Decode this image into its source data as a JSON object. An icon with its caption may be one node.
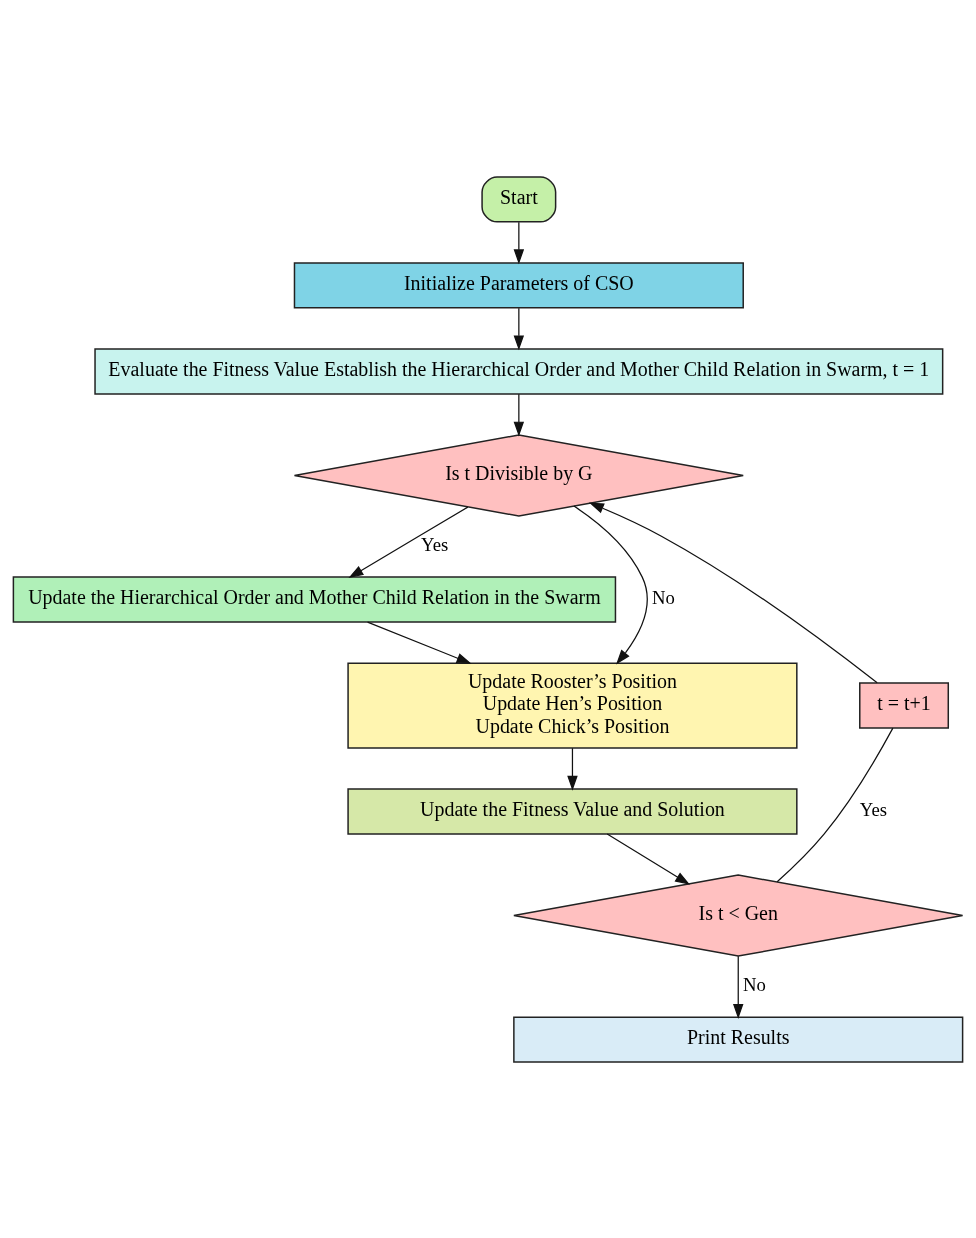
{
  "diagram": {
    "nodes": [
      {
        "text": [
          "Start"
        ]
      },
      {
        "text": [
          "Initialize Parameters of CSO"
        ]
      },
      {
        "text": [
          "Evaluate the Fitness Value Establish the Hierarchical Order and Mother Child Relation in Swarm, t = 1"
        ]
      },
      {
        "text": [
          "Is t Divisible by G"
        ]
      },
      {
        "text": [
          "Update the Hierarchical Order and Mother Child Relation in the Swarm"
        ]
      },
      {
        "text": [
          "Update Rooster’s Position",
          "Update Hen’s Position",
          "Update Chick’s Position"
        ]
      },
      {
        "text": [
          "Update the Fitness Value and Solution"
        ]
      },
      {
        "text": [
          "Is t < Gen"
        ]
      },
      {
        "text": [
          "Print Results"
        ]
      },
      {
        "text": [
          "t = t+1"
        ]
      }
    ],
    "edges": [
      {
        "from": 0,
        "to": 1,
        "arrow": "to"
      },
      {
        "from": 1,
        "to": 2,
        "arrow": "to"
      },
      {
        "from": 2,
        "to": 3,
        "arrow": "to"
      },
      {
        "from": 3,
        "to": 4,
        "arrow": "to",
        "label": "Yes"
      },
      {
        "from": 3,
        "to": 5,
        "arrow": "to",
        "label": "No"
      },
      {
        "from": 4,
        "to": 5,
        "arrow": "to"
      },
      {
        "from": 5,
        "to": 6,
        "arrow": "to"
      },
      {
        "from": 6,
        "to": 7,
        "arrow": "to"
      },
      {
        "from": 7,
        "to": 8,
        "arrow": "to",
        "label": "No"
      },
      {
        "from": 7,
        "to": 9,
        "arrow": "none",
        "label": "Yes"
      },
      {
        "from": 9,
        "to": 3,
        "arrow": "to"
      }
    ]
  }
}
